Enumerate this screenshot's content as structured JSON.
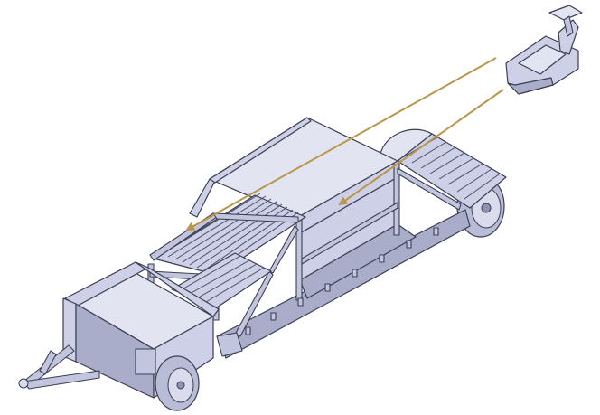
{
  "scene": {
    "subject": "trailer-assembly",
    "colors": {
      "background": "#ffffff",
      "part_fill": "#cdd0e6",
      "part_shadow": "#a9adca",
      "edge": "#3c3e52",
      "assembly_arrow": "#b8964a"
    },
    "arrows": [
      {
        "name": "assembly-arrow-upper"
      },
      {
        "name": "assembly-arrow-lower"
      }
    ]
  }
}
